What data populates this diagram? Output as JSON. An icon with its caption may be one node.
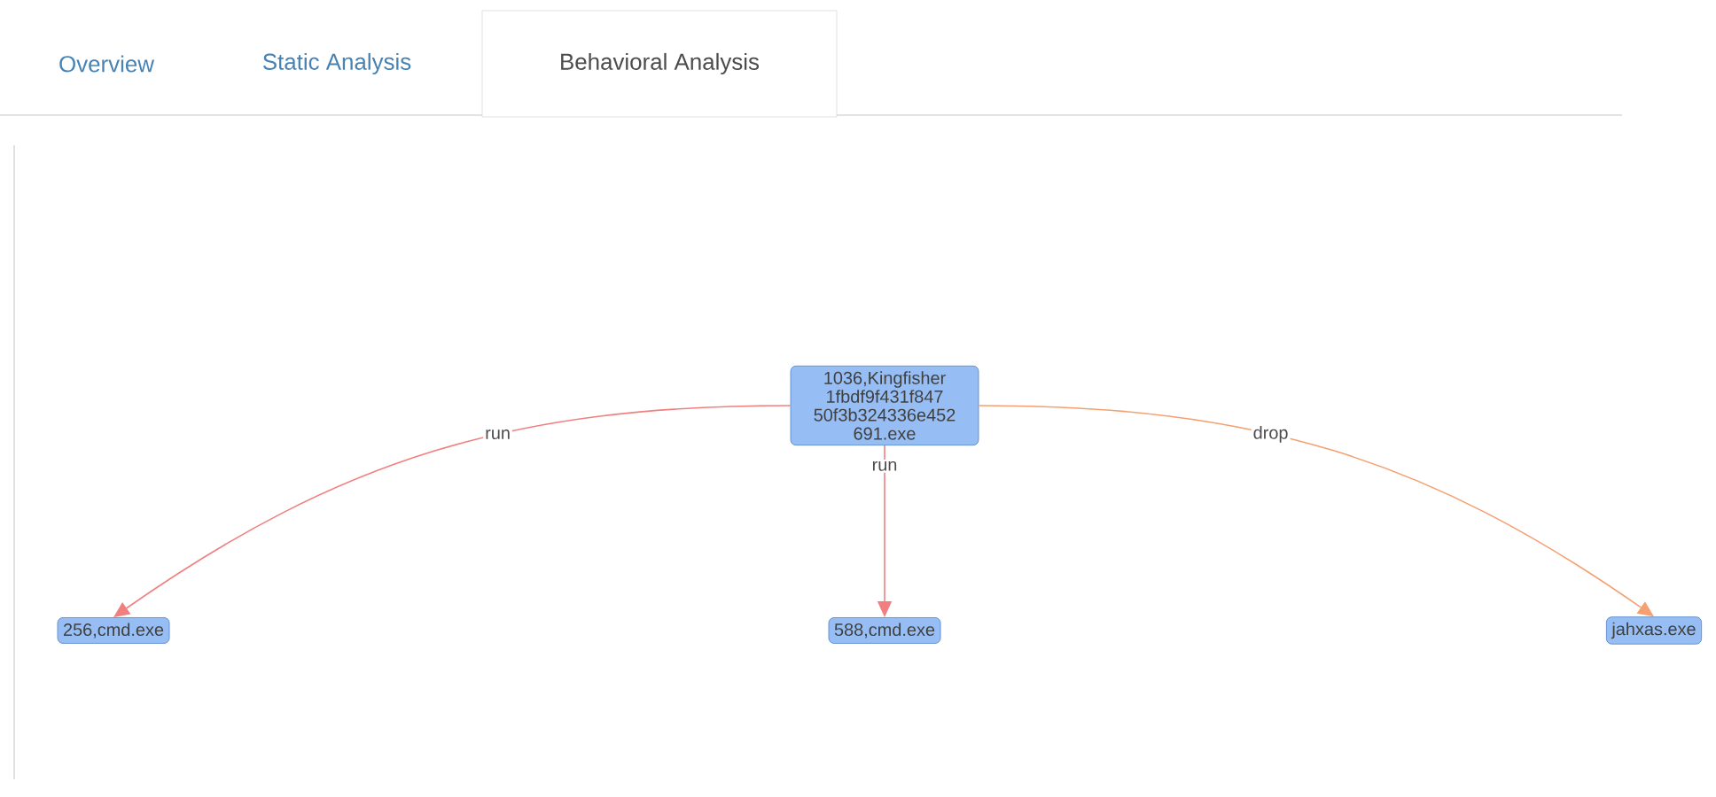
{
  "diagram": {
    "nodes": [
      {
        "text": [
          "1036,Kingfisher 1fbdf9f431f847 50f3b324336e452 691.exe"
        ]
      },
      {
        "text": [
          "256,cmd.exe"
        ]
      },
      {
        "text": [
          "588,cmd.exe"
        ]
      },
      {
        "text": [
          "jahxas.exe"
        ]
      }
    ],
    "edges": [
      {
        "from": 0,
        "to": 1,
        "arrow": "to",
        "label": "run"
      },
      {
        "from": 0,
        "to": 2,
        "arrow": "to",
        "label": "run"
      },
      {
        "from": 0,
        "to": 3,
        "arrow": "to",
        "label": "drop",
        "color": "#f4a070"
      }
    ],
    "labels": [
      "Overview",
      "Static Analysis",
      "Behavioral Analysis"
    ]
  }
}
